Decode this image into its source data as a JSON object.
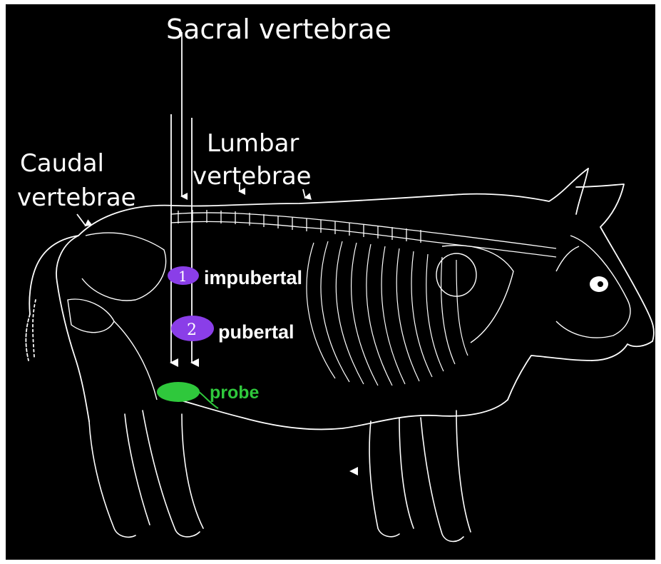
{
  "labels": {
    "sacral": "Sacral vertebrae",
    "lumbar_line1": "Lumbar",
    "lumbar_line2": "vertebrae",
    "caudal_line1": "Caudal",
    "caudal_line2": "vertebrae"
  },
  "markers": [
    {
      "number": "1",
      "label": "impubertal",
      "color": "#8a3ee8"
    },
    {
      "number": "2",
      "label": "pubertal",
      "color": "#8a3ee8"
    }
  ],
  "probe": {
    "label": "probe",
    "color": "#2fc83c"
  },
  "colors": {
    "background": "#000000",
    "lines": "#ffffff",
    "text": "#ffffff"
  }
}
